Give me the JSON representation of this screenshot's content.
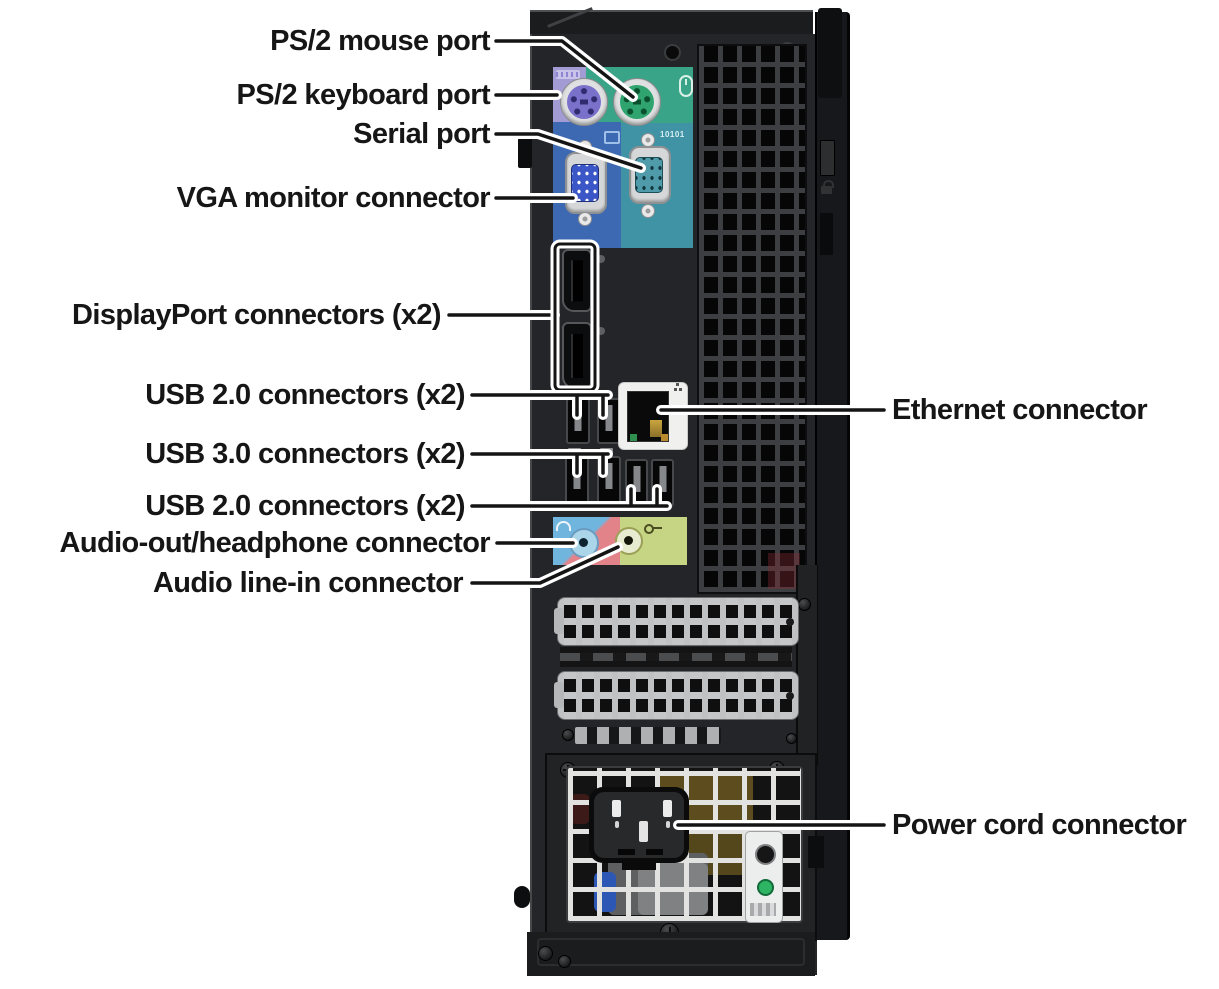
{
  "labels": {
    "left": [
      {
        "text": "PS/2 mouse port"
      },
      {
        "text": "PS/2 keyboard port"
      },
      {
        "text": "Serial port"
      },
      {
        "text": "VGA monitor connector"
      },
      {
        "text": "DisplayPort connectors (x2)"
      },
      {
        "text": "USB 2.0 connectors (x2)"
      },
      {
        "text": "USB 3.0 connectors (x2)"
      },
      {
        "text": "USB 2.0 connectors (x2)"
      },
      {
        "text": "Audio-out/headphone connector"
      },
      {
        "text": "Audio line-in connector"
      }
    ],
    "right": [
      {
        "text": "Ethernet connector"
      },
      {
        "text": "Power cord connector"
      }
    ]
  },
  "markings": {
    "serial_port_text": "10101"
  },
  "icons": [
    "keyboard-icon",
    "mouse-icon",
    "monitor-icon",
    "headphone-icon",
    "line-in-icon",
    "network-icon",
    "padlock-icon",
    "power-led"
  ],
  "colors": {
    "background": "#ffffff",
    "chassis": "#232528",
    "leader_line": "#141414",
    "leader_casing": "#ffffff",
    "ps2_keyboard_panel": "#a29bd4",
    "ps2_mouse_panel": "#3aa489",
    "vga_panel": "#3d68b2",
    "serial_panel": "#3f93a4",
    "ps2_keyboard_port": "#7a71cb",
    "ps2_mouse_port": "#2fa46f",
    "vga_port_face": "#3b57c7",
    "serial_port_face": "#4f9baa",
    "audio_out_bg_blue": "#6fb5de",
    "audio_out_bg_pink": "#e2838a",
    "audio_in_bg": "#c6d584",
    "ethernet_bg": "#f0f0ef",
    "power_led_green": "#2eb564"
  }
}
